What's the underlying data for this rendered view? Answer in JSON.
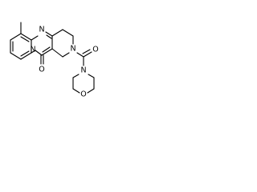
{
  "molecule": {
    "atoms": {
      "n_pyrido": "N",
      "n_pyrimidine": "N",
      "n_piperidine": "N",
      "n_morpholine": "N",
      "o_ring_ketone": "O",
      "o_amide": "O",
      "o_morpholine": "O"
    }
  },
  "colors": {
    "bond": "#000000",
    "background": "#ffffff"
  }
}
